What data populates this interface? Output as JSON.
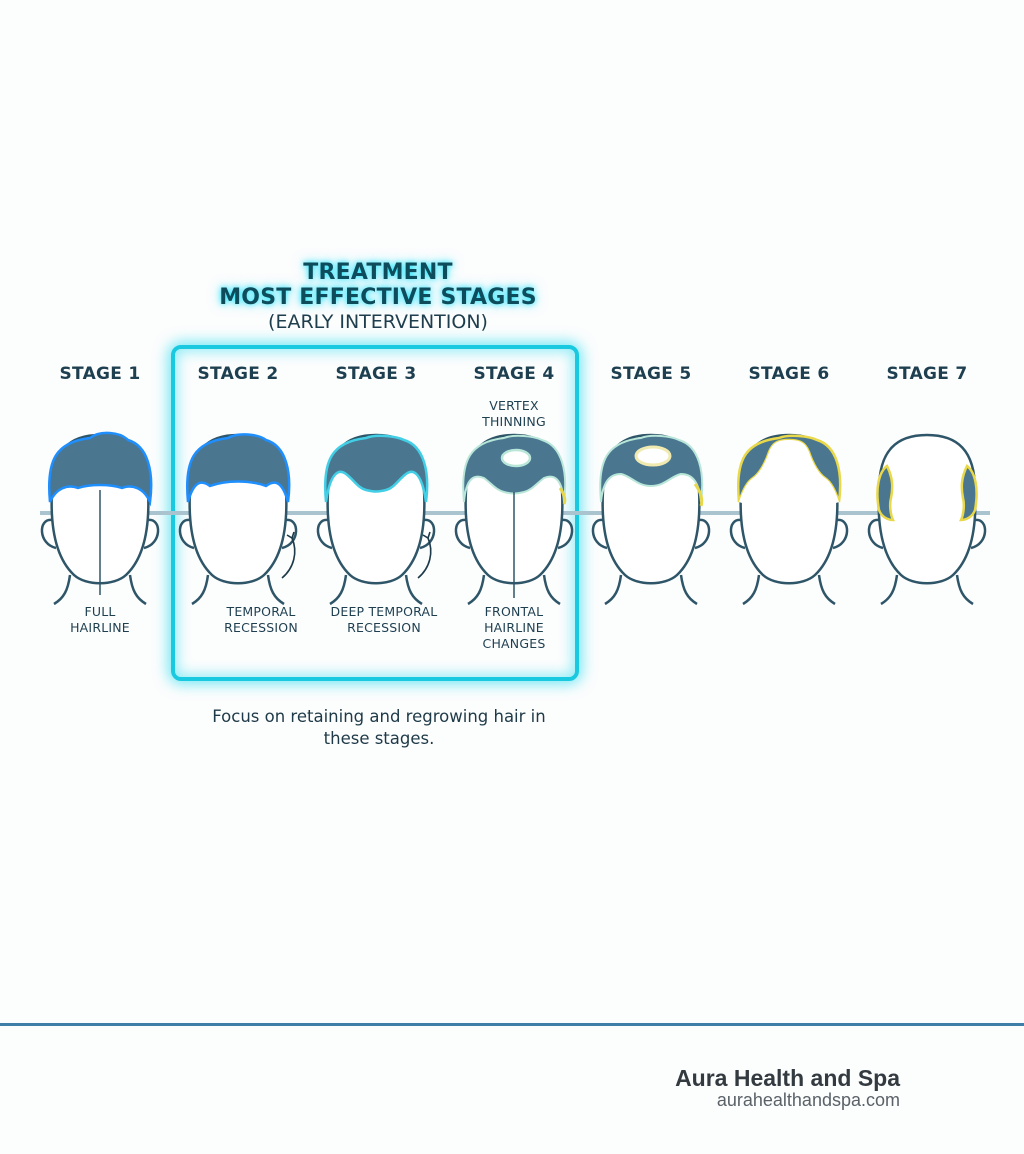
{
  "header": {
    "title_line1": "TREATMENT",
    "title_line2": "MOST EFFECTIVE STAGES",
    "subtitle": "(EARLY INTERVENTION)"
  },
  "stages": [
    {
      "label": "STAGE 1",
      "note": "FULL\nHAIRLINE"
    },
    {
      "label": "STAGE 2",
      "note": "TEMPORAL\nRECESSION"
    },
    {
      "label": "STAGE 3",
      "note": "DEEP TEMPORAL\nRECESSION"
    },
    {
      "label": "STAGE 4",
      "note": "FRONTAL\nHAIRLINE\nCHANGES",
      "top_note": "VERTEX\nTHINNING"
    },
    {
      "label": "STAGE 5"
    },
    {
      "label": "STAGE 6"
    },
    {
      "label": "STAGE 7"
    }
  ],
  "focus_text": "Focus on retaining and regrowing hair in these stages.",
  "footer": {
    "brand": "Aura Health and Spa",
    "url": "aurahealthandspa.com"
  },
  "colors": {
    "hair": "#4a7690",
    "outline": "#2e5568",
    "glow": "#19c9e0",
    "blue_edge": "#1f8fff",
    "yellow_edge": "#e8d84a"
  }
}
